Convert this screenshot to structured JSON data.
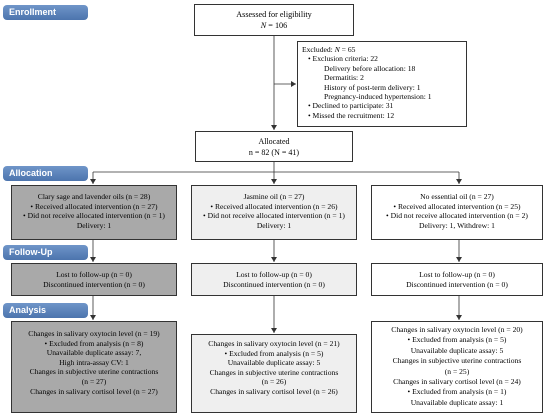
{
  "phases": {
    "enrollment": "Enrollment",
    "allocation": "Allocation",
    "follow_up": "Follow-Up",
    "analysis": "Analysis"
  },
  "assessed": {
    "line1": "Assessed for eligibility",
    "n_label": "N",
    "n_value": "= 106"
  },
  "excluded": {
    "title_prefix": "Excluded: ",
    "title_n": "N",
    "title_value": " = 65",
    "items": [
      "• Exclusion criteria: 22",
      "Delivery before allocation: 18",
      "Dermatitis: 2",
      "History of post-term delivery: 1",
      "Pregnancy-induced hypertension: 1",
      "• Declined to participate: 31",
      "• Missed the recruitment: 12"
    ]
  },
  "allocated": {
    "line1": "Allocated",
    "line2": "n = 82 (N = 41)"
  },
  "arms": [
    {
      "allocation": [
        "Clary sage and lavender oils (n = 28)",
        "• Received allocated intervention (n = 27)",
        "• Did not receive allocated intervention (n = 1)",
        "Delivery: 1"
      ],
      "followup": [
        "Lost to follow-up (n = 0)",
        "Discontinued intervention (n = 0)"
      ],
      "analysis": [
        "Changes in salivary oxytocin level (n = 19)",
        "• Excluded from analysis (n = 8)",
        "Unavailable duplicate assay: 7,",
        "High intra-assay CV: 1",
        "Changes in subjective uterine contractions",
        "(n = 27)",
        "Changes in salivary cortisol level (n = 27)"
      ]
    },
    {
      "allocation": [
        "Jasmine oil (n = 27)",
        "• Received allocated intervention (n = 26)",
        "• Did not receive allocated intervention (n = 1)",
        "Delivery: 1"
      ],
      "followup": [
        "Lost to follow-up (n = 0)",
        "Discontinued intervention (n = 0)"
      ],
      "analysis": [
        "Changes in salivary oxytocin level (n = 21)",
        "• Excluded from analysis (n = 5)",
        "Unavailable duplicate assay: 5",
        "Changes in subjective uterine contractions",
        "(n = 26)",
        "Changes in salivary cortisol level (n = 26)"
      ]
    },
    {
      "allocation": [
        "No essential oil (n = 27)",
        "• Received allocated intervention (n = 25)",
        "• Did not receive allocated intervention (n = 2)",
        "Delivery: 1, Withdrew: 1"
      ],
      "followup": [
        "Lost to follow-up (n = 0)",
        "Discontinued intervention (n = 0)"
      ],
      "analysis": [
        "Changes in salivary oxytocin level (n = 20)",
        "• Excluded from analysis (n = 5)",
        "Unavailable duplicate assay: 5",
        "Changes in subjective uterine contractions",
        "(n = 25)",
        "Changes in salivary cortisol level (n = 24)",
        "• Excluded from analysis (n = 1)",
        "Unavailable duplicate assay: 1"
      ]
    }
  ]
}
